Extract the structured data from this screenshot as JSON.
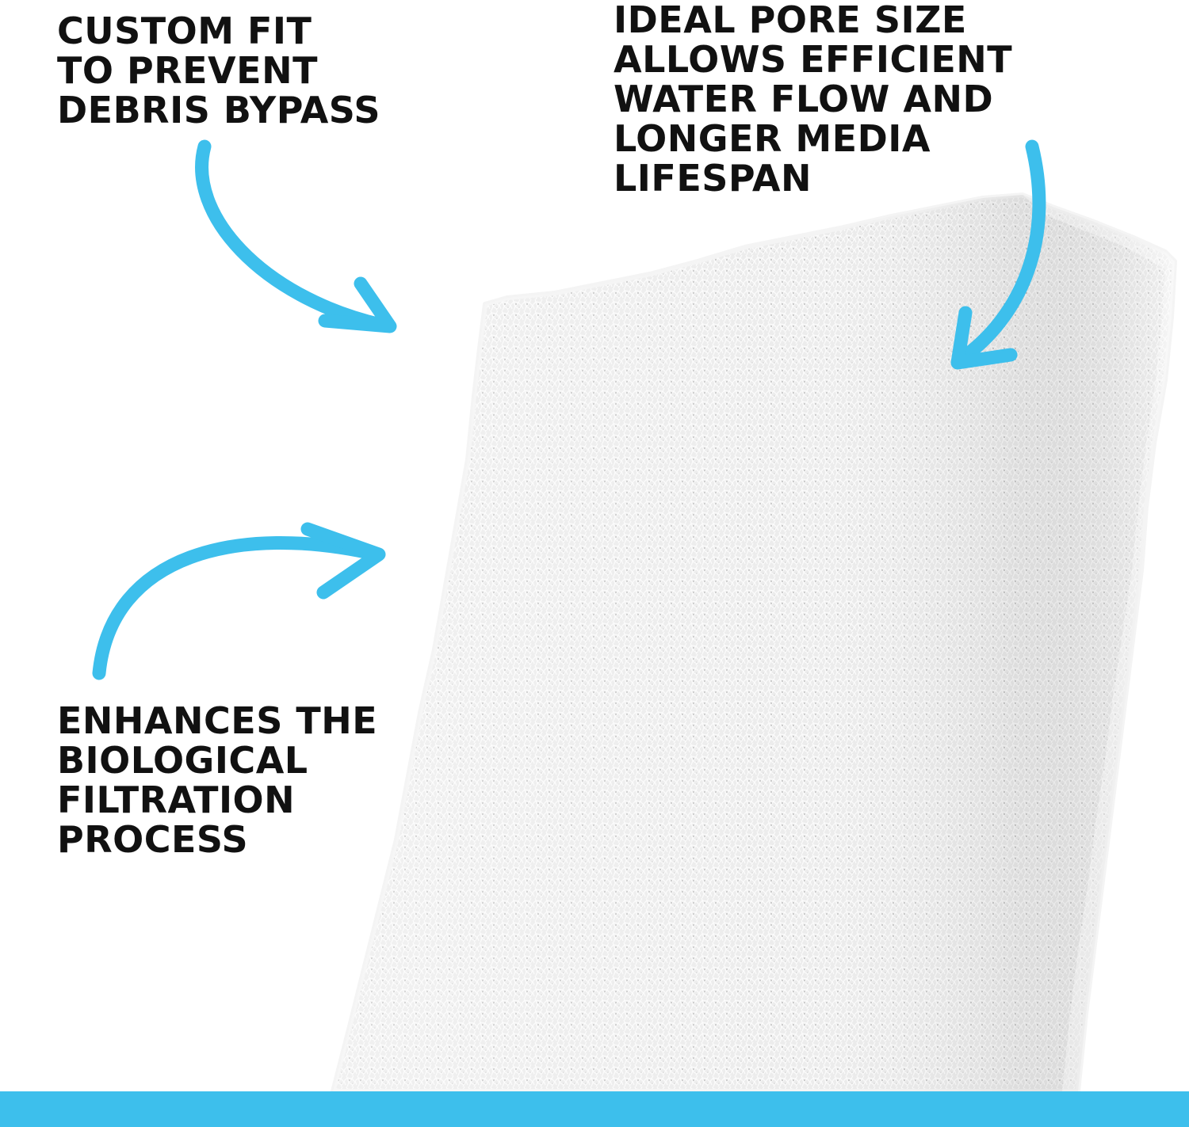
{
  "callouts": {
    "custom_fit": [
      "CUSTOM FIT",
      "TO PREVENT",
      "DEBRIS BYPASS"
    ],
    "pore_size": [
      "IDEAL PORE SIZE",
      "ALLOWS EFFICIENT",
      "WATER FLOW AND",
      "LONGER MEDIA",
      "LIFESPAN"
    ],
    "biological": [
      "ENHANCES THE",
      "BIOLOGICAL",
      "FILTRATION",
      "PROCESS"
    ]
  },
  "colors": {
    "accent": "#3dbfec",
    "text": "#111111",
    "background": "#ffffff",
    "foam": "#ececec"
  },
  "icons": {
    "arrows": [
      "curved-arrow-icon",
      "curved-arrow-icon",
      "curved-arrow-icon"
    ]
  }
}
